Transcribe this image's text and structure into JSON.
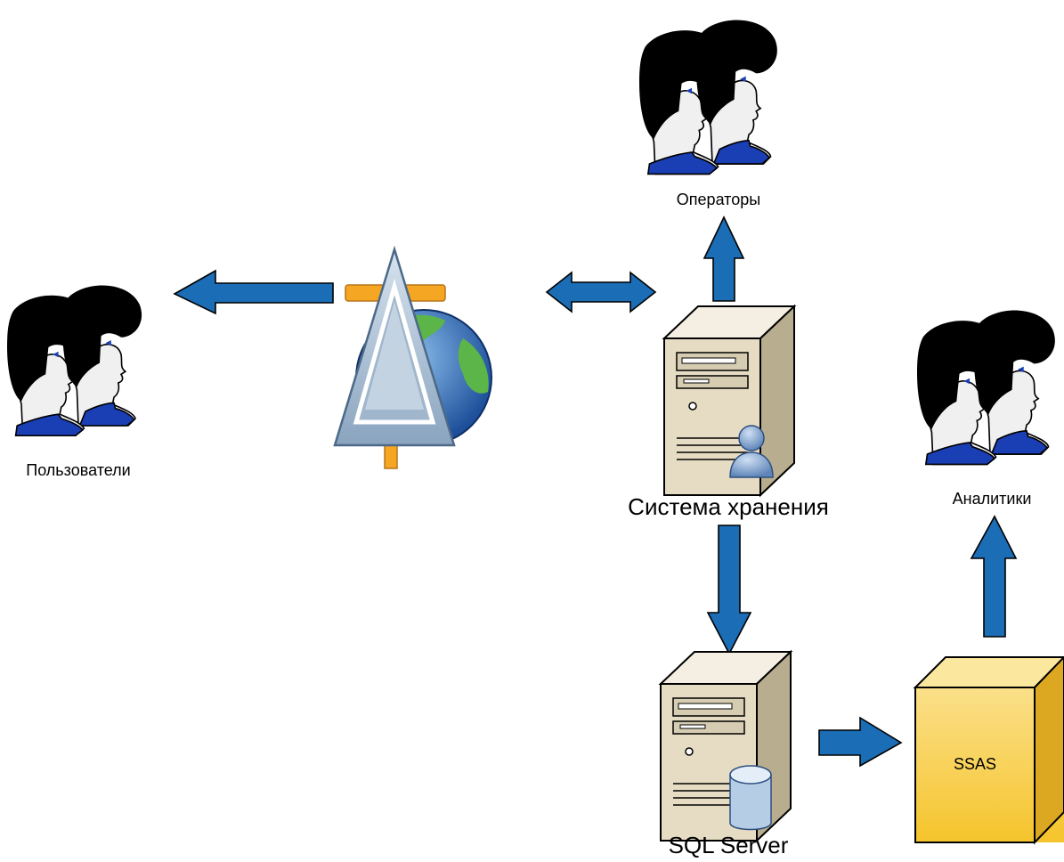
{
  "diagram": {
    "nodes": {
      "operators": {
        "label": "Операторы",
        "icon": "people-icon"
      },
      "users": {
        "label": "Пользователи",
        "icon": "people-icon"
      },
      "analysts": {
        "label": "Аналитики",
        "icon": "people-icon"
      },
      "web_portal": {
        "label": "",
        "icon": "globe-portal-icon"
      },
      "storage_system": {
        "label": "Система хранения",
        "icon": "server-user-icon"
      },
      "sql_server": {
        "label": "SQL Server",
        "icon": "server-database-icon"
      },
      "ssas": {
        "label": "SSAS",
        "icon": "cube-icon"
      }
    },
    "edges": [
      {
        "from": "storage_system",
        "to": "operators",
        "direction": "one-way"
      },
      {
        "from": "web_portal",
        "to": "users",
        "direction": "one-way"
      },
      {
        "from": "web_portal",
        "to": "storage_system",
        "direction": "two-way"
      },
      {
        "from": "storage_system",
        "to": "sql_server",
        "direction": "one-way"
      },
      {
        "from": "sql_server",
        "to": "ssas",
        "direction": "one-way"
      },
      {
        "from": "ssas",
        "to": "analysts",
        "direction": "one-way"
      }
    ],
    "colors": {
      "arrow": "#1b6db5",
      "hair": "#000000",
      "skin": "#f2f2f2",
      "shirt": "#1a3fb5",
      "server_body": "#e6dcc3",
      "cube": "#f7cf3e",
      "globe_ocean": "#2f6fbf",
      "globe_land": "#5cb548"
    }
  }
}
